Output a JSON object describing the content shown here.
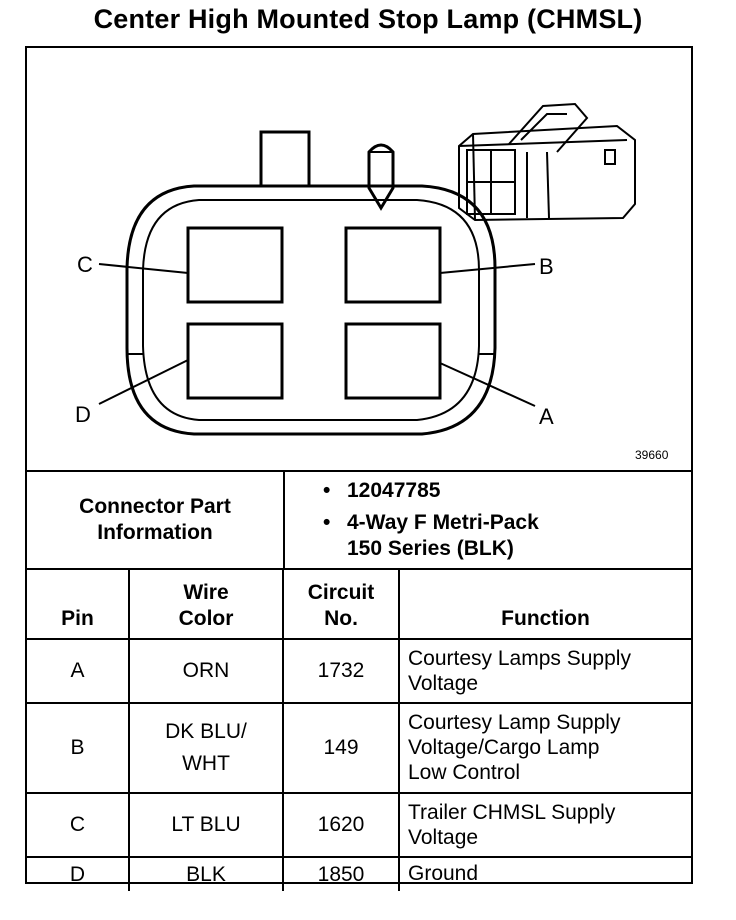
{
  "title": "Center High Mounted Stop Lamp (CHMSL)",
  "diagram": {
    "pin_labels": {
      "a": "A",
      "b": "B",
      "c": "C",
      "d": "D"
    },
    "figure_number": "39660"
  },
  "connector_info": {
    "label_line1": "Connector Part",
    "label_line2": "Information",
    "items": [
      {
        "bullet": "•",
        "line1": "12047785",
        "line2": ""
      },
      {
        "bullet": "•",
        "line1": "4-Way F Metri-Pack",
        "line2": "150 Series (BLK)"
      }
    ]
  },
  "table": {
    "headers": {
      "pin": "Pin",
      "wire_color_line1": "Wire",
      "wire_color_line2": "Color",
      "circuit_line1": "Circuit",
      "circuit_line2": "No.",
      "function": "Function"
    },
    "rows": [
      {
        "pin": "A",
        "wire_line1": "ORN",
        "wire_line2": "",
        "circuit": "1732",
        "func_line1": "Courtesy Lamps Supply",
        "func_line2": "Voltage",
        "func_line3": ""
      },
      {
        "pin": "B",
        "wire_line1": "DK BLU/",
        "wire_line2": "WHT",
        "circuit": "149",
        "func_line1": "Courtesy Lamp Supply",
        "func_line2": "Voltage/Cargo Lamp",
        "func_line3": "Low Control"
      },
      {
        "pin": "C",
        "wire_line1": "LT BLU",
        "wire_line2": "",
        "circuit": "1620",
        "func_line1": "Trailer CHMSL Supply",
        "func_line2": "Voltage",
        "func_line3": ""
      },
      {
        "pin": "D",
        "wire_line1": "BLK",
        "wire_line2": "",
        "circuit": "1850",
        "func_line1": "Ground",
        "func_line2": "",
        "func_line3": ""
      }
    ]
  }
}
